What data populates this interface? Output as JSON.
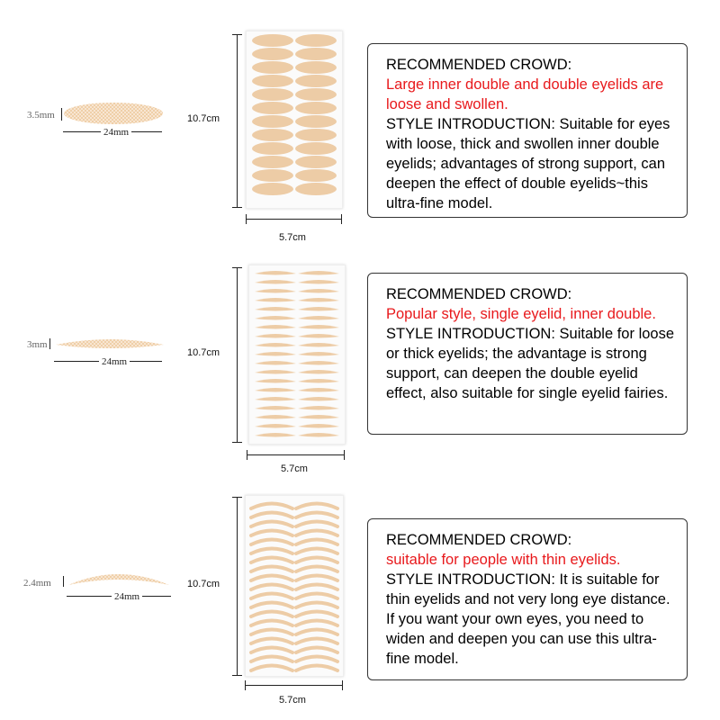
{
  "colors": {
    "highlight": "#e8191c",
    "tape": "#edcca6",
    "tape_light": "#f3d9bb"
  },
  "products": [
    {
      "sample_width_label": "24mm",
      "sample_height_label": "3.5mm",
      "sheet_height_label": "10.7cm",
      "sheet_width_label": "5.7cm",
      "heading": "RECOMMENDED CROWD:",
      "crowd": "Large inner double and double eyelids are loose and swollen.",
      "description": "STYLE INTRODUCTION: Suitable for eyes with loose, thick and swollen inner double eyelids; advantages of strong support, can deepen the effect of double eyelids~this ultra-fine model."
    },
    {
      "sample_width_label": "24mm",
      "sample_height_label": "3mm",
      "sheet_height_label": "10.7cm",
      "sheet_width_label": "5.7cm",
      "heading": "RECOMMENDED CROWD:",
      "crowd": "Popular style, single eyelid, inner double.",
      "description": "STYLE INTRODUCTION: Suitable for loose or thick eyelids; the advantage is strong support, can deepen the double eyelid effect, also suitable for single eyelid fairies."
    },
    {
      "sample_width_label": "24mm",
      "sample_height_label": "2.4mm",
      "sheet_height_label": "10.7cm",
      "sheet_width_label": "5.7cm",
      "heading": "RECOMMENDED CROWD:",
      "crowd": "suitable for people with thin eyelids.",
      "description": "STYLE INTRODUCTION: It is suitable for thin eyelids and not very long eye distance. If you want your own eyes, you need to widen and deepen you can use this ultra-fine model."
    }
  ]
}
